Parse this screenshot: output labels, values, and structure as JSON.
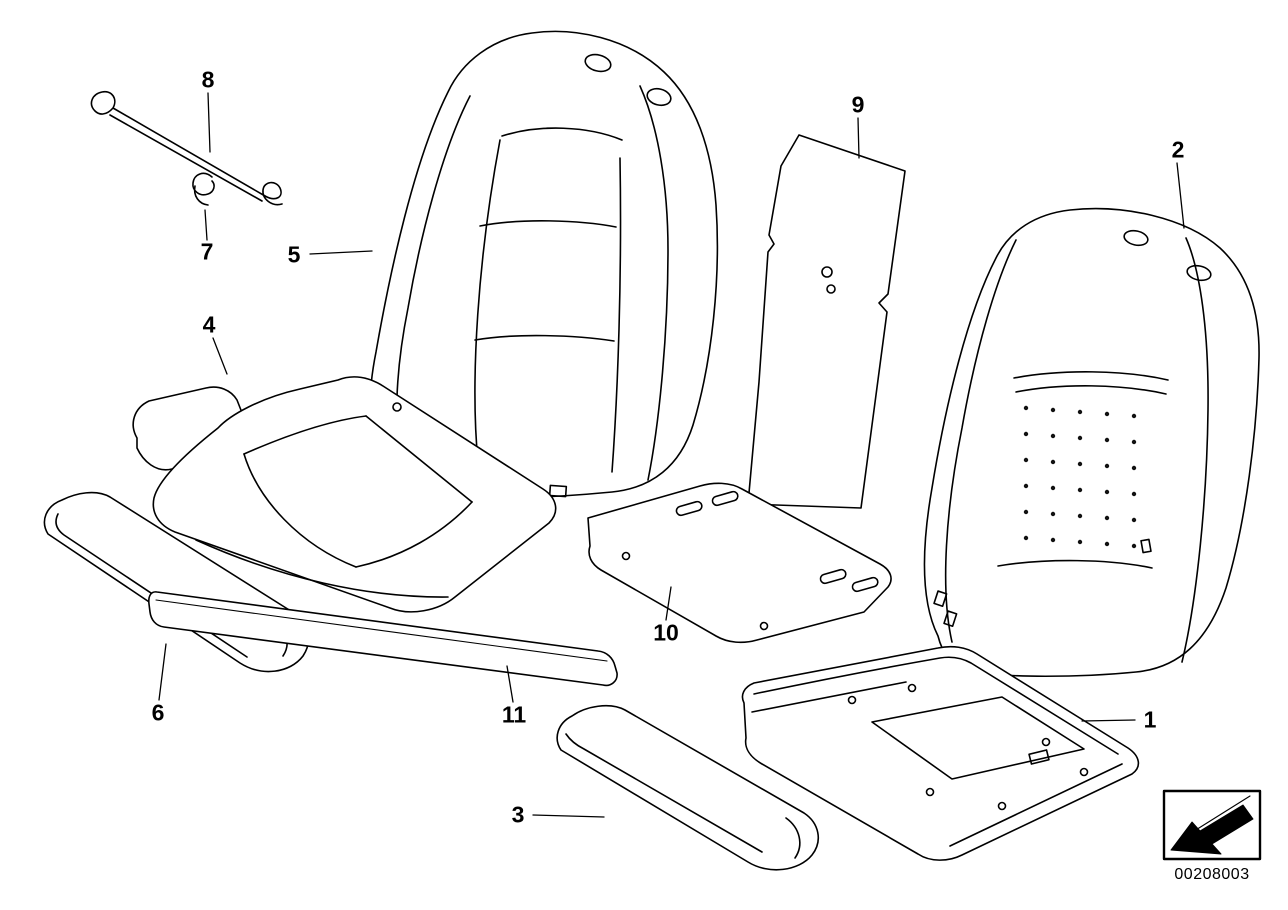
{
  "callouts": [
    "1",
    "2",
    "3",
    "4",
    "5",
    "6",
    "7",
    "8",
    "9",
    "10",
    "11"
  ],
  "footer": {
    "diagram_code": "00208003",
    "nav_icon": "back-arrow-icon"
  },
  "colors": {
    "line": "#000000",
    "background": "#ffffff"
  }
}
